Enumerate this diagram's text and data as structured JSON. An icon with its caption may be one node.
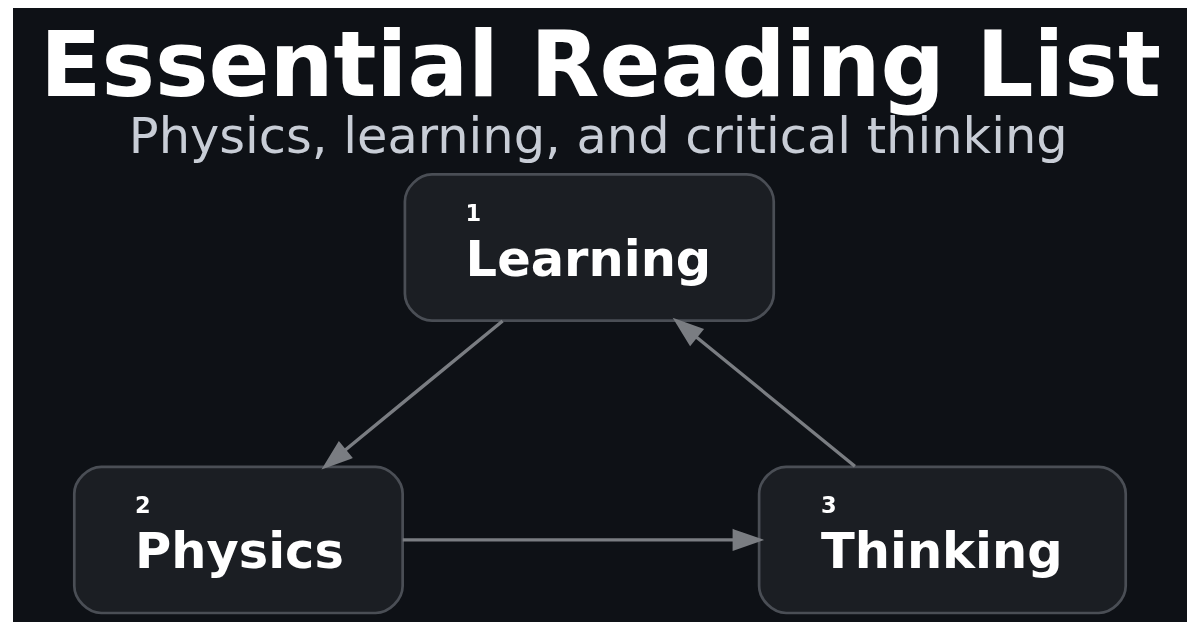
{
  "diagram": {
    "title": "Essential Reading List",
    "caption": "Physics, learning, and critical thinking",
    "nodes": [
      {
        "text": [
          "1",
          "Learning"
        ]
      },
      {
        "text": [
          "2",
          "Physics"
        ]
      },
      {
        "text": [
          "3",
          "Thinking"
        ]
      }
    ],
    "edges": [
      {
        "from": 0,
        "to": 1,
        "arrow": "to"
      },
      {
        "from": 1,
        "to": 2,
        "arrow": "to"
      },
      {
        "from": 2,
        "to": 0,
        "arrow": "to"
      }
    ]
  }
}
